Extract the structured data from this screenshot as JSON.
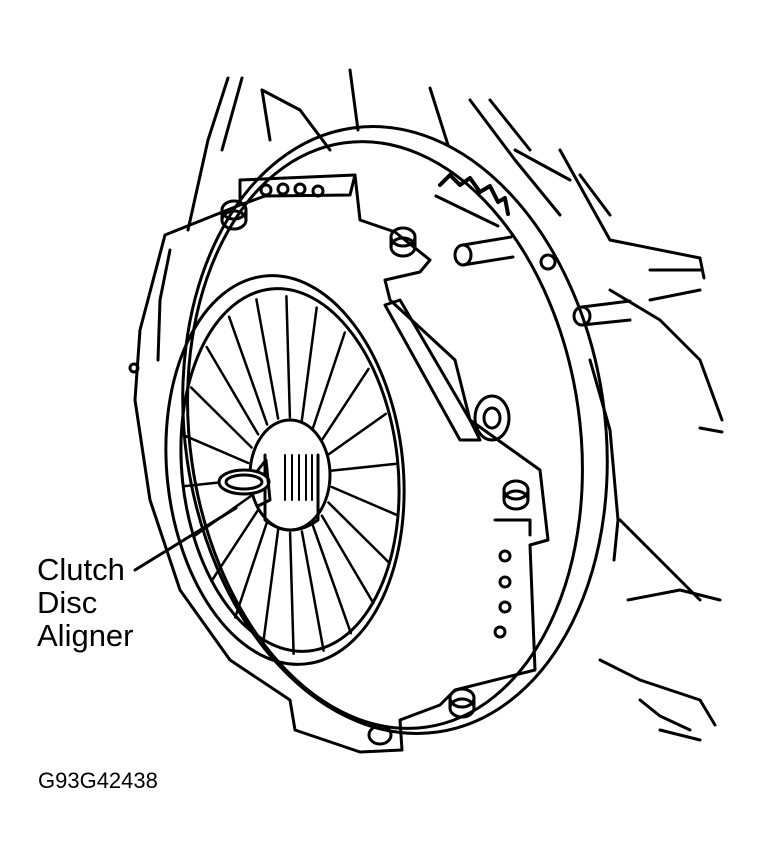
{
  "callout": {
    "line1": "Clutch",
    "line2": "Disc",
    "line3": "Aligner"
  },
  "figure_id": "G93G42438",
  "colors": {
    "ink": "#000000",
    "paper": "#ffffff"
  },
  "parts": {
    "spoke_count": 22
  }
}
